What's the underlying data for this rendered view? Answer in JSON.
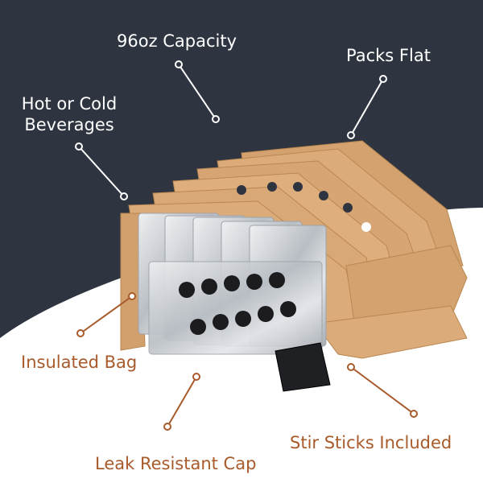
{
  "callouts": {
    "capacity": "96oz Capacity",
    "packs_flat": "Packs Flat",
    "hot_cold_line1": "Hot or Cold",
    "hot_cold_line2": "Beverages",
    "insulated_bag": "Insulated Bag",
    "leak_resistant": "Leak Resistant Cap",
    "stir_sticks": "Stir Sticks Included"
  },
  "colors": {
    "dark_background": "#2f3540",
    "light_background": "#ffffff",
    "cardboard": "#d9a877",
    "foil": "#cfd2d6",
    "light_callout": "#ffffff",
    "dark_callout": "#a85a2a"
  }
}
